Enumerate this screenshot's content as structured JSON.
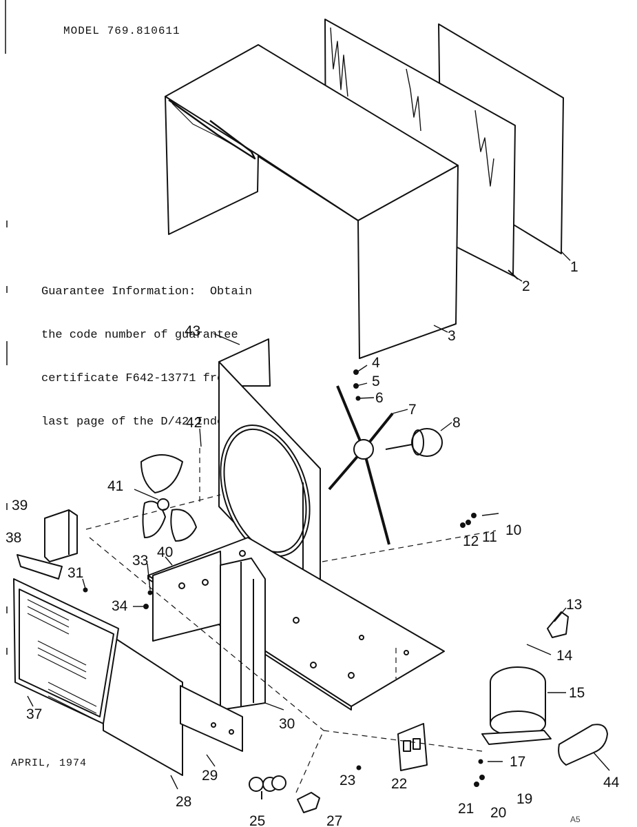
{
  "header": {
    "model": "MODEL 769.810611"
  },
  "guarantee_lines": [
    "Guarantee Information:  Obtain",
    "the code number of guarantee",
    "certificate F642-13771 from the",
    "last page of the D/42 Index."
  ],
  "footer": {
    "date": "APRIL, 1974",
    "corner_code": "A5"
  },
  "callouts": [
    "1",
    "2",
    "3",
    "4",
    "5",
    "6",
    "7",
    "8",
    "10",
    "11",
    "12",
    "13",
    "14",
    "15",
    "17",
    "19",
    "20",
    "21",
    "22",
    "23",
    "25",
    "27",
    "28",
    "29",
    "30",
    "31",
    "33",
    "34",
    "37",
    "38",
    "39",
    "40",
    "41",
    "42",
    "43",
    "44"
  ]
}
